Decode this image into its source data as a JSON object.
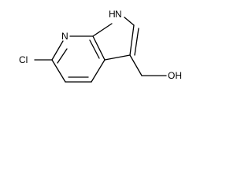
{
  "structure": {
    "atoms": {
      "pyridine_n": "N",
      "pyrrole_nh": "H",
      "pyrrole_n": "N",
      "chlorine": "Cl",
      "hydroxyl": "OH"
    }
  }
}
